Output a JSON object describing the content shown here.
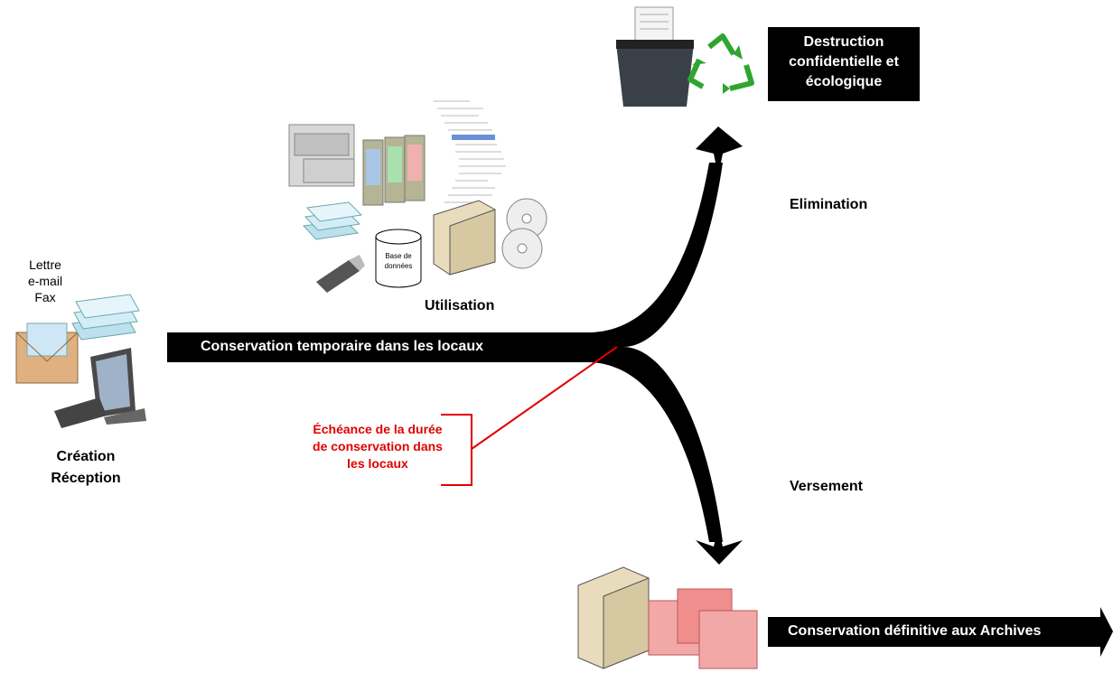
{
  "creation": {
    "inputs": [
      "Lettre",
      "e-mail",
      "Fax"
    ],
    "label_line1": "Création",
    "label_line2": "Réception"
  },
  "utilisation": {
    "label": "Utilisation",
    "database_line1": "Base de",
    "database_line2": "données"
  },
  "temporary_bar": "Conservation temporaire dans les locaux",
  "deadline": {
    "line1": "Échéance de la durée",
    "line2": "de conservation dans",
    "line3": "les locaux"
  },
  "elimination": "Elimination",
  "versement": "Versement",
  "destruction": {
    "line1": "Destruction",
    "line2": "confidentielle et",
    "line3": "écologique"
  },
  "definitive_bar": "Conservation définitive aux Archives",
  "colors": {
    "accent_red": "#e00000",
    "recycle_green": "#2fa52f",
    "box_pink": "#f08e8e"
  }
}
